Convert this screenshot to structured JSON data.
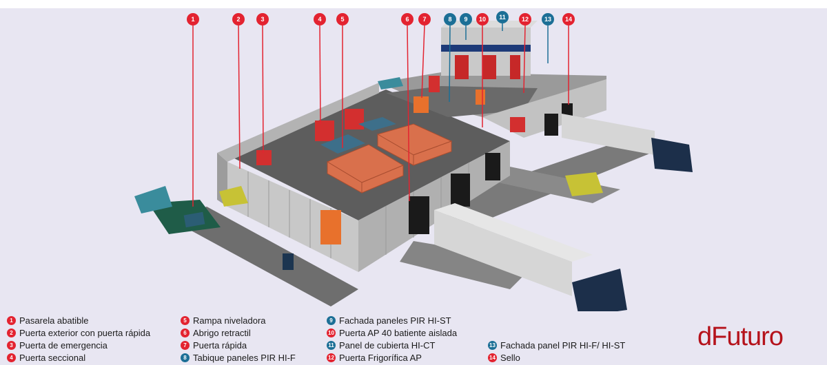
{
  "brand": {
    "logo_text": "dFuturo",
    "logo_color": "#b5121b"
  },
  "colors": {
    "marker_red": "#e32330",
    "marker_blue": "#1c6f96",
    "background": "#e8e6f2"
  },
  "markers": [
    {
      "number": "1",
      "color": "red"
    },
    {
      "number": "2",
      "color": "red"
    },
    {
      "number": "3",
      "color": "red"
    },
    {
      "number": "4",
      "color": "red"
    },
    {
      "number": "5",
      "color": "red"
    },
    {
      "number": "6",
      "color": "red"
    },
    {
      "number": "7",
      "color": "red"
    },
    {
      "number": "8",
      "color": "blue"
    },
    {
      "number": "9",
      "color": "blue"
    },
    {
      "number": "10",
      "color": "red"
    },
    {
      "number": "11",
      "color": "blue"
    },
    {
      "number": "12",
      "color": "red"
    },
    {
      "number": "13",
      "color": "blue"
    },
    {
      "number": "14",
      "color": "red"
    }
  ],
  "legend": [
    {
      "number": "1",
      "color": "red",
      "label": "Pasarela abatible"
    },
    {
      "number": "2",
      "color": "red",
      "label": "Puerta exterior con puerta rápida"
    },
    {
      "number": "3",
      "color": "red",
      "label": "Puerta de emergencia"
    },
    {
      "number": "4",
      "color": "red",
      "label": "Puerta seccional"
    },
    {
      "number": "5",
      "color": "red",
      "label": "Rampa niveladora"
    },
    {
      "number": "6",
      "color": "red",
      "label": "Abrigo retractil"
    },
    {
      "number": "7",
      "color": "red",
      "label": "Puerta rápida"
    },
    {
      "number": "8",
      "color": "blue",
      "label": "Tabique paneles PIR HI-F"
    },
    {
      "number": "9",
      "color": "blue",
      "label": "Fachada paneles PIR HI-ST"
    },
    {
      "number": "10",
      "color": "red",
      "label": "Puerta AP 40 batiente aislada"
    },
    {
      "number": "11",
      "color": "blue",
      "label": "Panel de cubierta HI-CT"
    },
    {
      "number": "12",
      "color": "red",
      "label": "Puerta Frigorífica AP"
    },
    {
      "number": "13",
      "color": "blue",
      "label": "Fachada panel PIR HI-F/ HI-ST"
    },
    {
      "number": "14",
      "color": "red",
      "label": "Sello"
    }
  ]
}
